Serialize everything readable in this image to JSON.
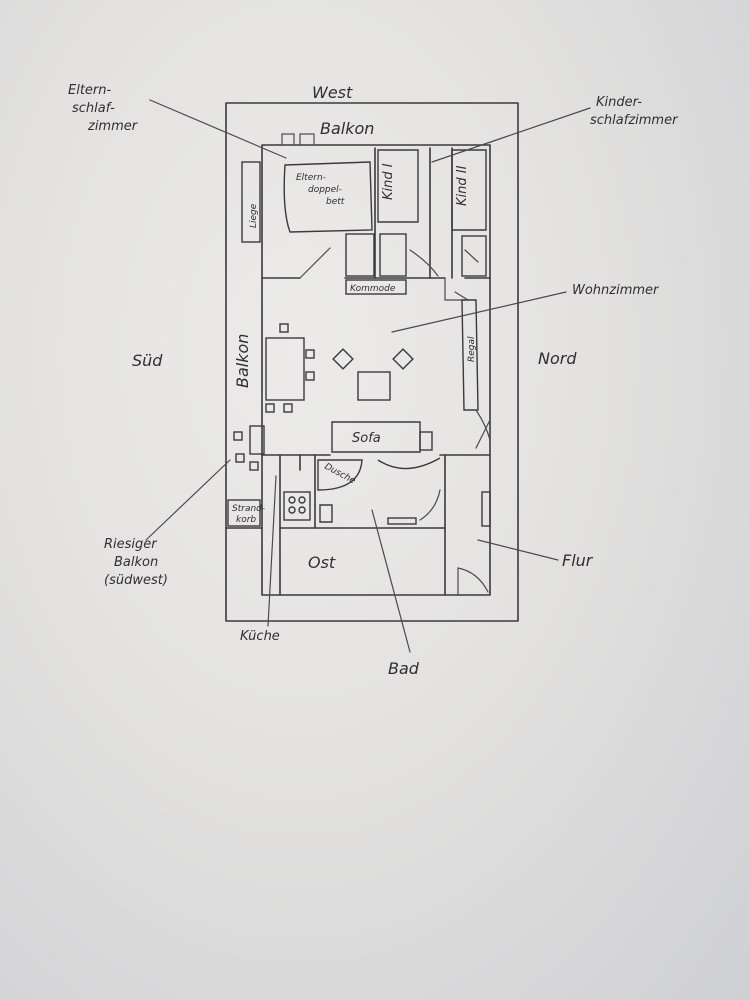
{
  "directions": {
    "west": "West",
    "sued": "Süd",
    "nord": "Nord",
    "ost": "Ost"
  },
  "callouts": {
    "eltern_schlafzimmer": [
      "Eltern-",
      "schlaf-",
      "zimmer"
    ],
    "kinder_schlafzimmer": [
      "Kinder-",
      "schlafzimmer"
    ],
    "wohnzimmer": "Wohnzimmer",
    "riesiger_balkon": [
      "Riesiger",
      "Balkon",
      "(südwest)"
    ],
    "kueche": "Küche",
    "bad": "Bad",
    "flur": "Flur"
  },
  "rooms": {
    "balkon_top": "Balkon",
    "balkon_side": "Balkon",
    "elterndoppelbett": [
      "Eltern-",
      "doppel-",
      "bett"
    ],
    "kind1": "Kind I",
    "kind2": "Kind II",
    "kommode": "Kommode",
    "liege": "Liege",
    "regal": "Regal",
    "sofa": "Sofa",
    "dusche": "Dusche",
    "strandkorb": [
      "Strand-",
      "korb"
    ]
  }
}
